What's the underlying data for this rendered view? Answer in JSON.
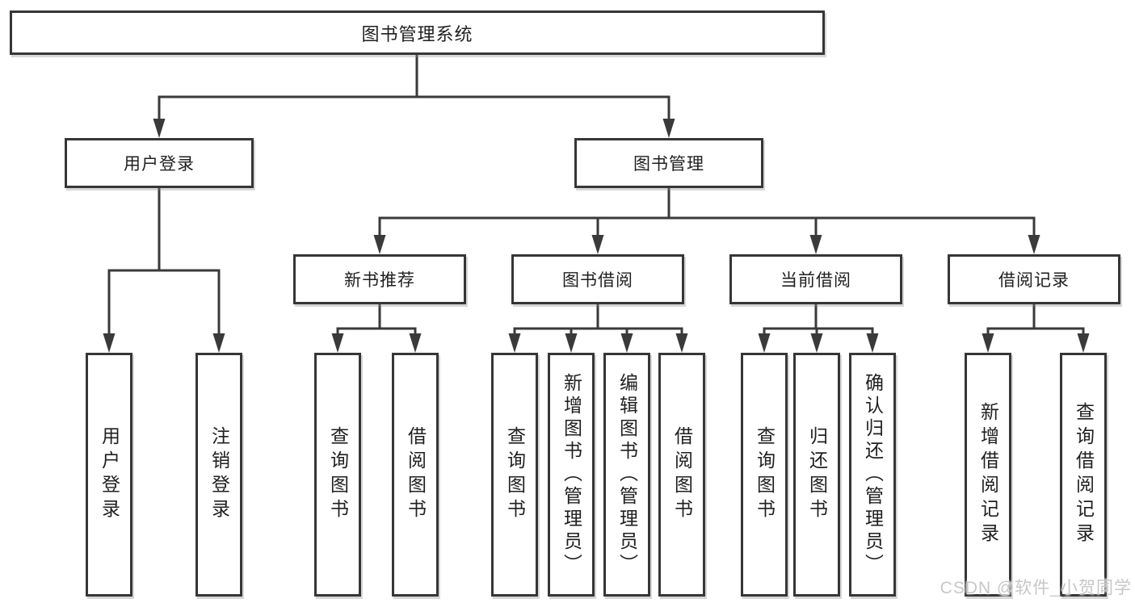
{
  "nodes": {
    "root": "图书管理系统",
    "user_login": "用户登录",
    "book_management": "图书管理",
    "new_book_recommend": "新书推荐",
    "book_borrow": "图书借阅",
    "current_borrow": "当前借阅",
    "borrow_records": "借阅记录",
    "leaf_user_login": "用户登录",
    "leaf_logout": "注销登录",
    "nb_query_books": "查询图书",
    "nb_borrow_books": "借阅图书",
    "bb_query_books": "查询图书",
    "bb_add_books": "新增图书（管理员）",
    "bb_edit_books": "编辑图书（管理员）",
    "bb_borrow_books": "借阅图书",
    "cb_query_books": "查询图书",
    "cb_return_books": "归还图书",
    "cb_confirm_return": "确认归还（管理员）",
    "br_add_record": "新增借阅记录",
    "br_query_record": "查询借阅记录"
  },
  "watermark": {
    "text": "CSDN @软件_小贺同学"
  },
  "colors": {
    "line": "#3a3a3a",
    "box_border": "#363636",
    "text": "#1f1f1f",
    "watermark": "#c7c7c7",
    "background": "#ffffff"
  }
}
